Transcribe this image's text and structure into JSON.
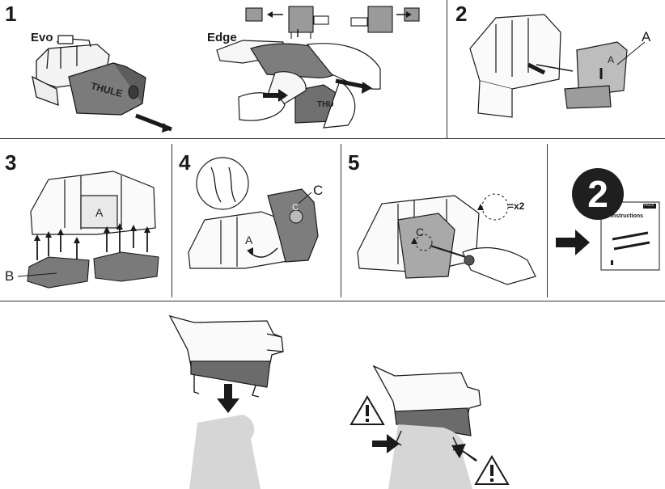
{
  "steps": {
    "s1": {
      "number": "1",
      "left_label": "Evo",
      "right_label": "Edge",
      "logo_text": "THULE",
      "logo_text2": "THU"
    },
    "s2": {
      "number": "2",
      "callout": "A",
      "plate_letter": "A"
    },
    "s3": {
      "number": "3",
      "callout": "B",
      "plate_letter": "A"
    },
    "s4": {
      "number": "4",
      "callout": "C",
      "plate_letter": "A",
      "cover_letter": "C"
    },
    "s5": {
      "number": "5",
      "multiplier": "=x2",
      "plate_letter": "C"
    },
    "next": {
      "badge": "2",
      "doc_title": "Instructions",
      "doc_brand": "THULE"
    }
  },
  "colors": {
    "line": "#1a1a1a",
    "dark_grey": "#6b6b6b",
    "mid_grey": "#8a8a8a",
    "light_grey": "#d6d6d6",
    "badge": "#1f1f1f"
  }
}
